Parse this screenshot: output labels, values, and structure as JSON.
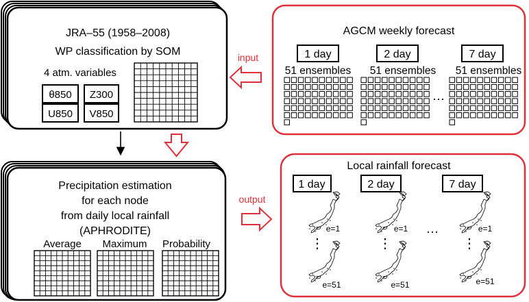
{
  "colors": {
    "black": "#000000",
    "red": "#e0303a",
    "paper": "#ffffff",
    "map": "#1a1a1a"
  },
  "som_box": {
    "title_line1": "JRA–55 (1958–2008)",
    "title_line2": "WP classification by SOM",
    "variables_label": "4 atm. variables",
    "variables": [
      "θ850",
      "Z300",
      "U850",
      "V850"
    ]
  },
  "precip_box": {
    "lines": [
      "Precipitation estimation",
      "for each node",
      "from daily local rainfall",
      "(APHRODITE)"
    ],
    "grid_labels": [
      "Average",
      "Maximum",
      "Probability"
    ]
  },
  "agcm_box": {
    "title": "AGCM weekly forecast",
    "days": [
      "1 day",
      "2 day",
      "7 day"
    ],
    "ensembles_label": "51 ensembles",
    "ellipsis": "···"
  },
  "rain_box": {
    "title": "Local rainfall forecast",
    "days": [
      "1 day",
      "2 day",
      "7 day"
    ],
    "member_first": "e=1",
    "member_last": "e=51",
    "vertical_ellipsis": "⋮",
    "ellipsis": "···"
  },
  "arrows": {
    "input_label": "input",
    "output_label": "output"
  }
}
